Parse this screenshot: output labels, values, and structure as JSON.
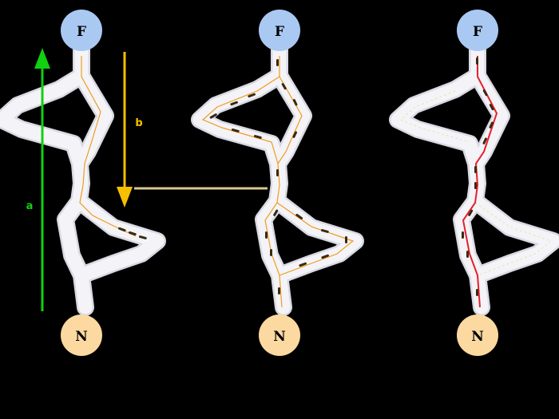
{
  "panels": [
    {
      "food_label": "F",
      "nest_label": "N"
    },
    {
      "food_label": "F",
      "nest_label": "N"
    },
    {
      "food_label": "F",
      "nest_label": "N"
    }
  ],
  "arrows": {
    "outbound_label": "a",
    "return_label": "b"
  },
  "colors": {
    "background": "#000000",
    "path": "#f4f4f8",
    "path_edge": "#d9d9e2",
    "food_node": "#a9c9f2",
    "nest_node": "#fbd9a0",
    "outbound_arrow": "#10d010",
    "return_arrow": "#f5c000",
    "connector": "#d8c890",
    "ant_trail": "#f29a1c",
    "shortest_trail": "#e8202a",
    "pheromone_fade": "#e9e6b8",
    "ant": "#3a2a14"
  }
}
